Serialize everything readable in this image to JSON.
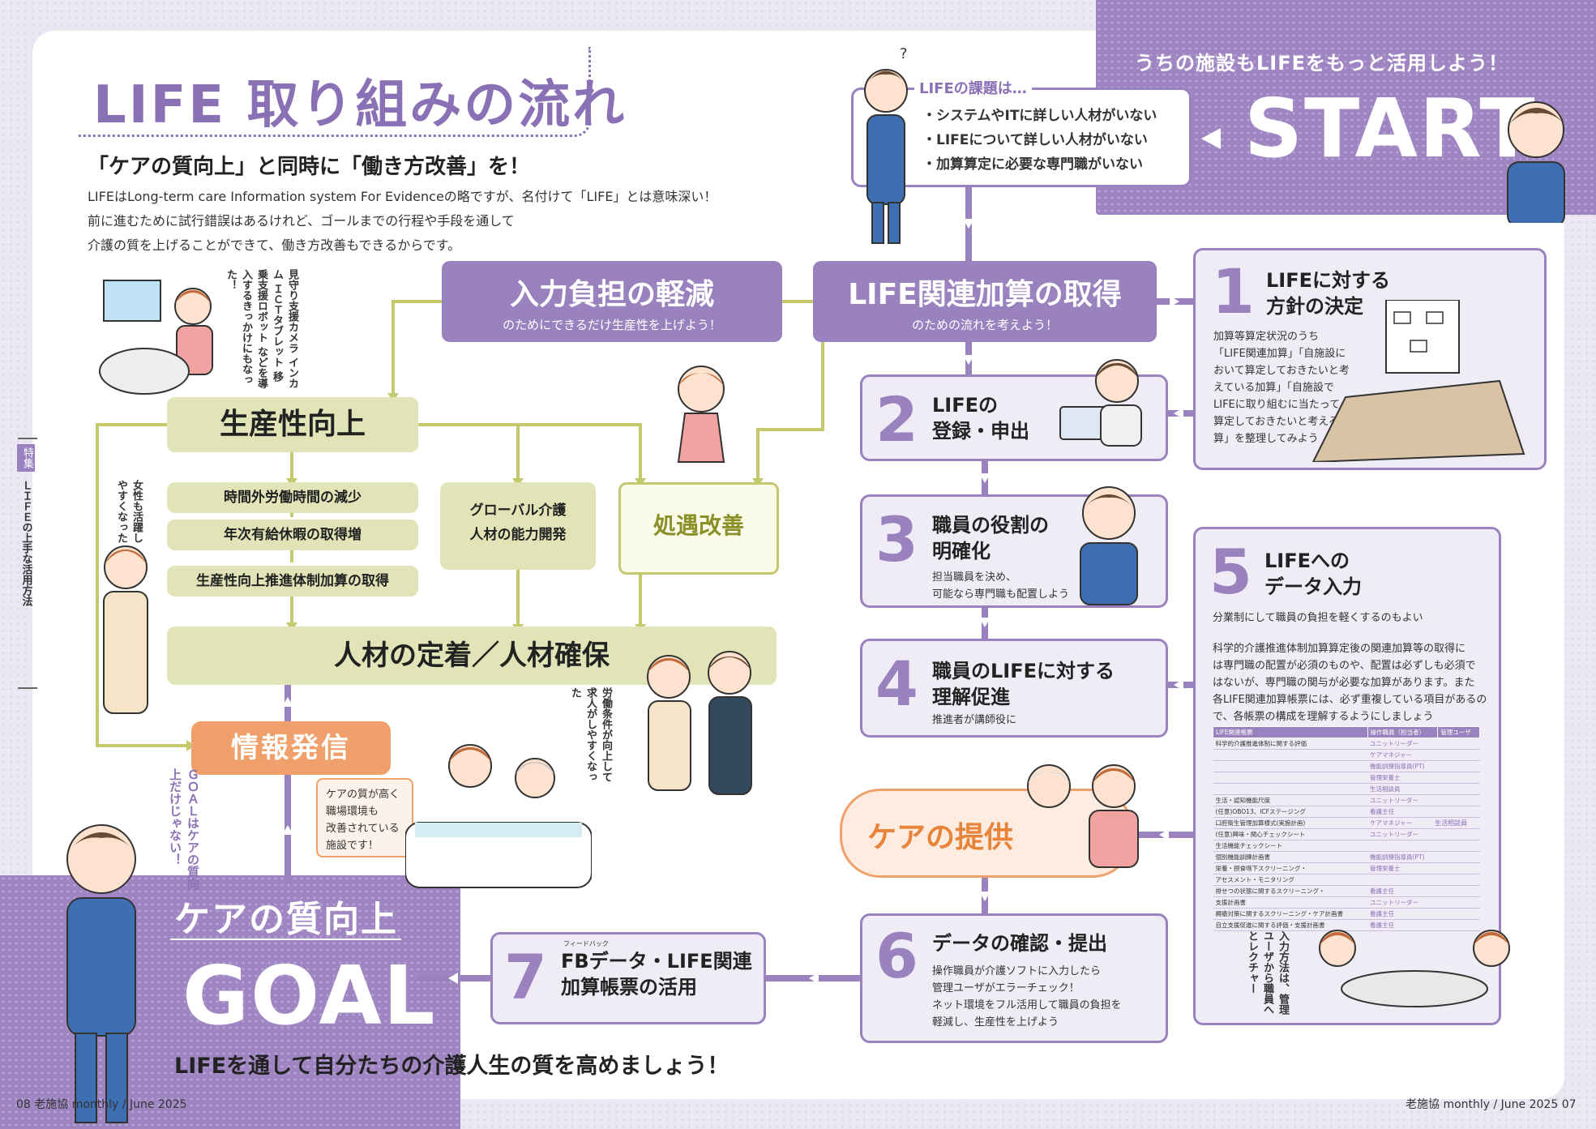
{
  "header": {
    "title": "LIFE 取り組みの流れ",
    "subtitle": "「ケアの質向上」と同時に「働き方改善」を！",
    "intro": [
      "LIFEはLong-term care Information system For Evidenceの略ですが、名付けて「LIFE」とは意味深い！",
      "前に進むために試行錯誤はあるけれど、ゴールまでの行程や手段を通して",
      "介護の質を上げることができて、働き方改善もできるからです。"
    ]
  },
  "side_tab": {
    "tag": "特集",
    "label": "ＬＩＦＥの上手な活用方法"
  },
  "left_flow": {
    "reduce": {
      "title": "入力負担の軽減",
      "sub": "のためにできるだけ生産性を上げよう！"
    },
    "productivity": "生産性向上",
    "sub_items": [
      "時間外労働時間の減少",
      "年次有給休暇の取得増",
      "生産性向上推進体制加算の取得"
    ],
    "global": [
      "グローバル介護",
      "人材の能力開発"
    ],
    "treatment": "処遇改善",
    "retention": "人材の定着／人材確保",
    "info": "情報発信",
    "info_bubble": [
      "ケアの質が高く",
      "職場環境も",
      "改善されている",
      "施設です！"
    ],
    "captions": {
      "equipment": "見守り支援カメラ インカム ＩＣＴタブレット 移乗支援ロボット などを導入するきっかけにもなった！",
      "women": "女性も活躍しやすくなった",
      "recruit": "労働条件が向上して求人がしやすくなった",
      "goal_note": "ＧＯＡＬはケアの質向上だけじゃない！"
    }
  },
  "start": {
    "tagline": "うちの施設もLIFEをもっと活用しよう！",
    "label": "START",
    "issues_title": "LIFEの課題は…",
    "issues": [
      "・システムやITに詳しい人材がいない",
      "・LIFEについて詳しい人材がいない",
      "・加算算定に必要な専門職がいない"
    ]
  },
  "life_box": {
    "title": "LIFE関連加算の取得",
    "sub": "のための流れを考えよう！"
  },
  "steps": {
    "s1": {
      "num": "1",
      "title": [
        "LIFEに対する",
        "方針の決定"
      ],
      "desc": [
        "加算等算定状況のうち",
        "「LIFE関連加算」「自施設に",
        "おいて算定しておきたいと考",
        "えている加算」「自施設で",
        "LIFEに取り組むに当たって",
        "算定しておきたいと考える加",
        "算」を整理してみよう"
      ]
    },
    "s2": {
      "num": "2",
      "title": [
        "LIFEの",
        "登録・申出"
      ]
    },
    "s3": {
      "num": "3",
      "title": [
        "職員の役割の",
        "明確化"
      ],
      "desc": [
        "担当職員を決め、",
        "可能なら専門職も配置しよう"
      ]
    },
    "s4": {
      "num": "4",
      "title": [
        "職員のLIFEに対する",
        "理解促進"
      ],
      "desc": [
        "推進者が講師役に"
      ]
    },
    "s5": {
      "num": "5",
      "title": [
        "LIFEへの",
        "データ入力"
      ],
      "lead": "分業制にして職員の負担を軽くするのもよい",
      "desc": [
        "科学的介護推進体制加算算定後の関連加算等の取得に",
        "は専門職の配置が必須のものや、配置は必ずしも必須で",
        "はないが、専門職の関与が必要な加算があります。また",
        "各LIFE関連加算帳票には、必ず重複している項目があるの",
        "で、各帳票の構成を理解するようにしましょう"
      ],
      "input_note": "入力方法は、管理ユーザから職員へとレクチャー"
    },
    "s6": {
      "num": "6",
      "title": [
        "データの確認・提出"
      ],
      "desc": [
        "操作職員が介護ソフトに入力したら",
        "管理ユーザがエラーチェック！",
        "ネット環境をフル活用して職員の負担を",
        "軽減し、生産性を上げよう"
      ]
    },
    "s7": {
      "num": "7",
      "ruby": "フィードバック",
      "title": [
        "FBデータ・LIFE関連",
        "加算帳票の活用"
      ]
    }
  },
  "care": "ケアの提供",
  "table": {
    "headers": [
      "LIFE関連帳票",
      "操作職員（担当者）",
      "管理ユーザ"
    ],
    "rows": [
      [
        "科学的介護推進体制に関する評価",
        "ユニットリーダー",
        "",
        "生活相談員"
      ],
      [
        "",
        "ケアマネジャー",
        "",
        ""
      ],
      [
        "",
        "機能訓練指導員(PT)",
        "",
        ""
      ],
      [
        "",
        "管理栄養士",
        "",
        ""
      ],
      [
        "",
        "生活相談員",
        "",
        ""
      ],
      [
        "生活・認知機能尺度",
        "ユニットリーダー",
        "",
        ""
      ],
      [
        "(任意)OBO13、ICFステージング",
        "看護主任",
        "",
        ""
      ],
      [
        "口腔衛生管理加算様式(実施計画)",
        "ケアマネジャー",
        "",
        ""
      ],
      [
        "(任意)興味・関心チェックシート",
        "ユニットリーダー",
        "",
        ""
      ],
      [
        "生活機能チェックシート",
        "",
        "",
        ""
      ],
      [
        "個別機能訓練計画書",
        "機能訓練指導員(PT)",
        "",
        ""
      ],
      [
        "栄養・摂食嚥下スクリーニング・",
        "管理栄養士",
        "",
        ""
      ],
      [
        "アセスメント・モニタリング",
        "",
        "",
        ""
      ],
      [
        "排せつの状態に関するスクリーニング・",
        "看護主任",
        "",
        ""
      ],
      [
        "支援計画書",
        "ユニットリーダー",
        "",
        ""
      ],
      [
        "褥瘡対策に関するスクリーニング・ケア計画書",
        "看護主任",
        "",
        ""
      ],
      [
        "自立支援促進に関する評価・支援計画書",
        "看護主任",
        "",
        ""
      ]
    ]
  },
  "goal": {
    "care": "ケアの質向上",
    "label": "GOAL",
    "message": "LIFEを通して自分たちの介護人生の質を高めましょう！"
  },
  "footer": {
    "left": "08  老施協 monthly / June 2025",
    "right": "老施協 monthly / June 2025  07"
  },
  "colors": {
    "purple": "#9a82bf",
    "olive": "#c5c96e",
    "orange": "#f0a06a"
  }
}
